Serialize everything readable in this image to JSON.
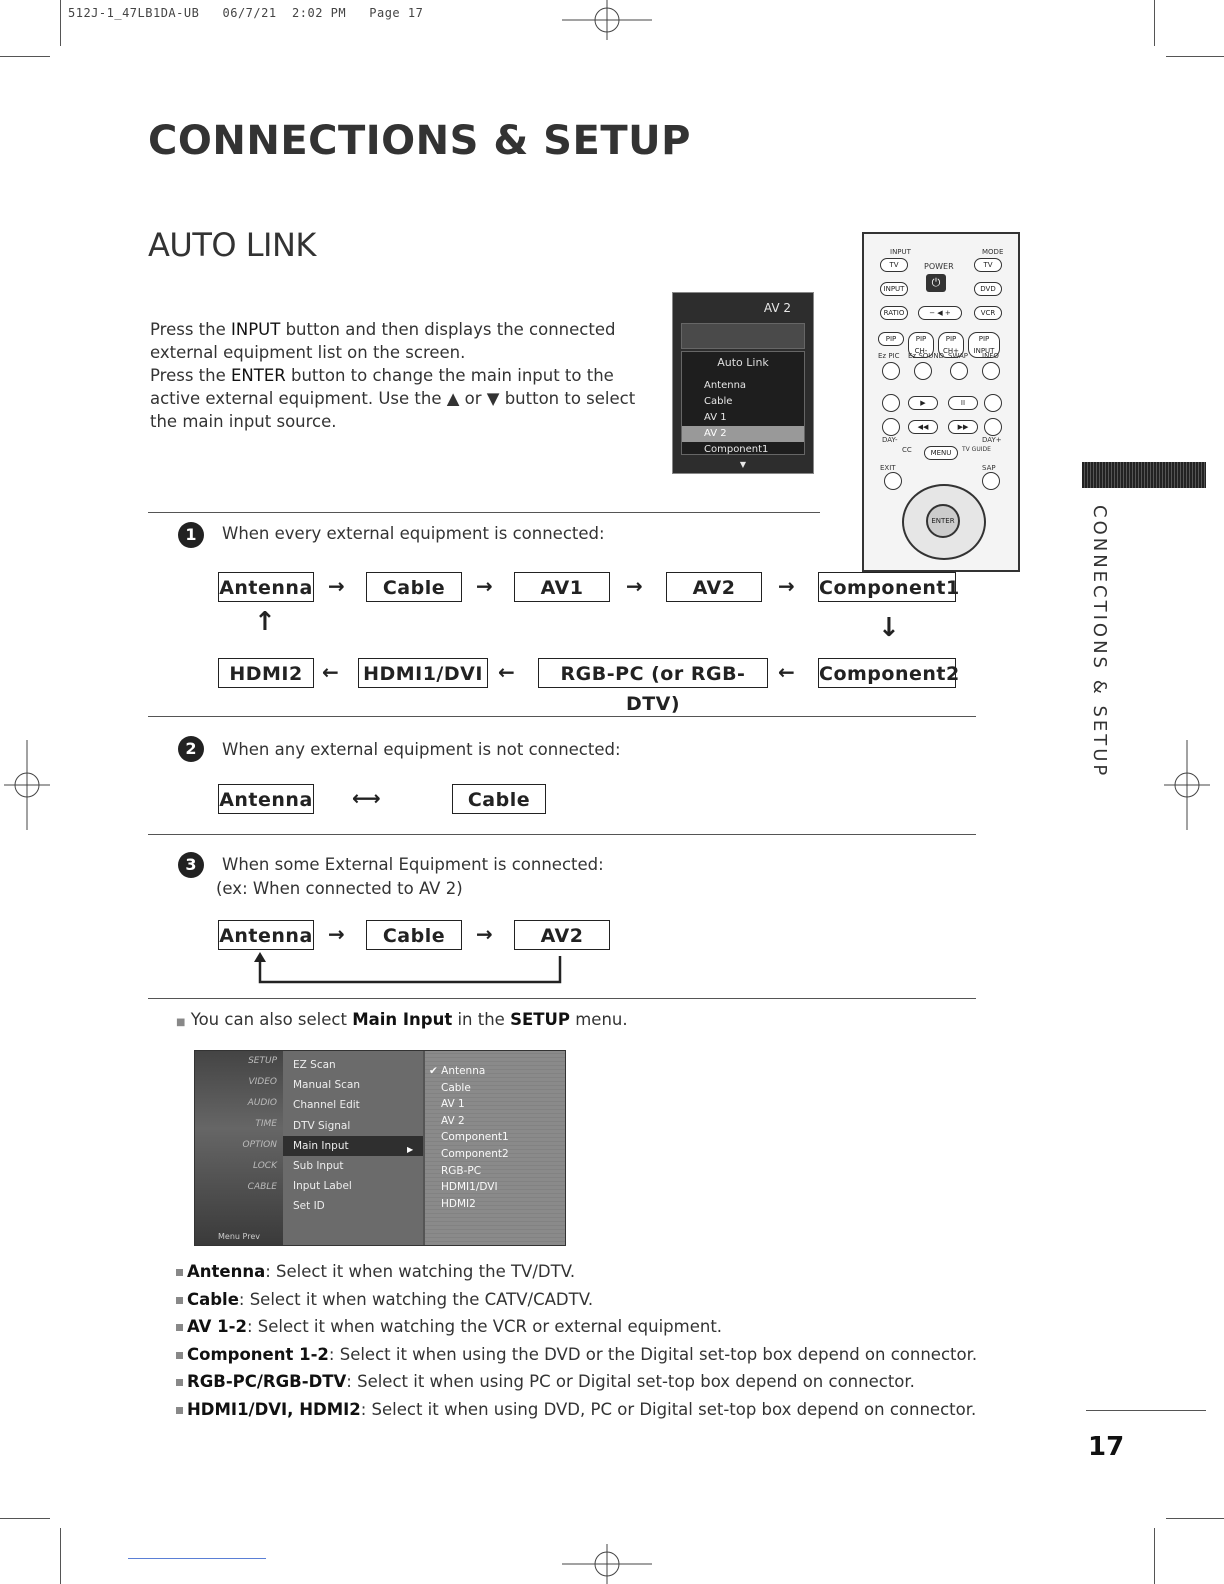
{
  "header": {
    "print_line": "512J-1_47LB1DA-UB   06/7/21  2:02 PM   Page 17"
  },
  "title": "CONNECTIONS & SETUP",
  "subtitle": "AUTO LINK",
  "intro": {
    "p1_a": "Press the ",
    "p1_hl": "INPUT",
    "p1_b": " button and then displays the connected external equipment list on the screen.",
    "p2_a": "Press the ",
    "p2_hl": "ENTER",
    "p2_b": " button to change the main input to the active external equipment. Use the ▲ or ▼ button to select the main input source."
  },
  "osd_screen": {
    "title": "AV 2",
    "header": "Auto Link",
    "items": [
      "Antenna",
      "Cable",
      "AV 1",
      "AV 2",
      "Component1"
    ],
    "selected_index": 3,
    "more_arrow": "▼"
  },
  "remote": {
    "labels": {
      "input": "INPUT",
      "mode": "MODE",
      "power": "POWER",
      "tv1": "TV",
      "tv2": "TV",
      "input_btn": "INPUT",
      "dvd": "DVD",
      "ratio": "RATIO",
      "vol": "− ◀ +",
      "vcr": "VCR",
      "pip": "PIP",
      "pipch_m": "PIP CH-",
      "pipch_p": "PIP CH+",
      "pipinput": "PIP INPUT",
      "ezpic": "Ez PIC",
      "ezsound": "Ez SOUND",
      "swap": "SWAP",
      "info": "INFO",
      "play": "▶",
      "pause": "II",
      "rew": "◀◀",
      "ff": "▶▶",
      "daym": "DAY-",
      "dayp": "DAY+",
      "cc": "CC",
      "tvguide": "TV GUIDE",
      "menu": "MENU",
      "exit": "EXIT",
      "sap": "SAP",
      "enter": "ENTER"
    }
  },
  "case1": {
    "num": "1",
    "caption": "When every external equipment is connected:",
    "row1": [
      "Antenna",
      "Cable",
      "AV1",
      "AV2",
      "Component1"
    ],
    "row2": [
      "HDMI2",
      "HDMI1/DVI",
      "RGB-PC (or RGB-DTV)",
      "Component2"
    ]
  },
  "case2": {
    "num": "2",
    "caption": "When any external equipment is not connected:",
    "boxes": [
      "Antenna",
      "Cable"
    ]
  },
  "case3": {
    "num": "3",
    "caption": "When some External Equipment is connected:",
    "caption2": "(ex: When connected to AV 2)",
    "boxes": [
      "Antenna",
      "Cable",
      "AV2"
    ]
  },
  "note": {
    "a": "You can also select ",
    "b1": "Main Input",
    "c": " in the ",
    "b2": "SETUP",
    "d": " menu."
  },
  "setup_menu": {
    "categories": [
      "SETUP",
      "VIDEO",
      "AUDIO",
      "TIME",
      "OPTION",
      "LOCK",
      "CABLE"
    ],
    "footer": "Menu  Prev",
    "items": [
      "EZ Scan",
      "Manual Scan",
      "Channel Edit",
      "DTV Signal",
      "Main Input",
      "Sub Input",
      "Input Label",
      "Set ID"
    ],
    "selected_index": 4,
    "submenu": [
      "Antenna",
      "Cable",
      "AV 1",
      "AV 2",
      "Component1",
      "Component2",
      "RGB-PC",
      "HDMI1/DVI",
      "HDMI2"
    ],
    "checked_index": 0
  },
  "bullets": [
    {
      "term": "Antenna",
      "desc": ": Select it when watching the TV/DTV."
    },
    {
      "term": "Cable",
      "desc": ": Select it when watching the CATV/CADTV."
    },
    {
      "term": "AV 1-2",
      "desc": ": Select it when watching the VCR or external equipment."
    },
    {
      "term": "Component 1-2",
      "desc": ": Select it when using the DVD or the Digital set-top box depend on connector."
    },
    {
      "term": "RGB-PC/RGB-DTV",
      "desc": ": Select it when using PC or Digital set-top box depend on connector."
    },
    {
      "term": "HDMI1/DVI, HDMI2",
      "desc": ": Select it when using DVD, PC or Digital set-top box depend on connector."
    }
  ],
  "side_tab": "CONNECTIONS & SETUP",
  "page_number": "17"
}
